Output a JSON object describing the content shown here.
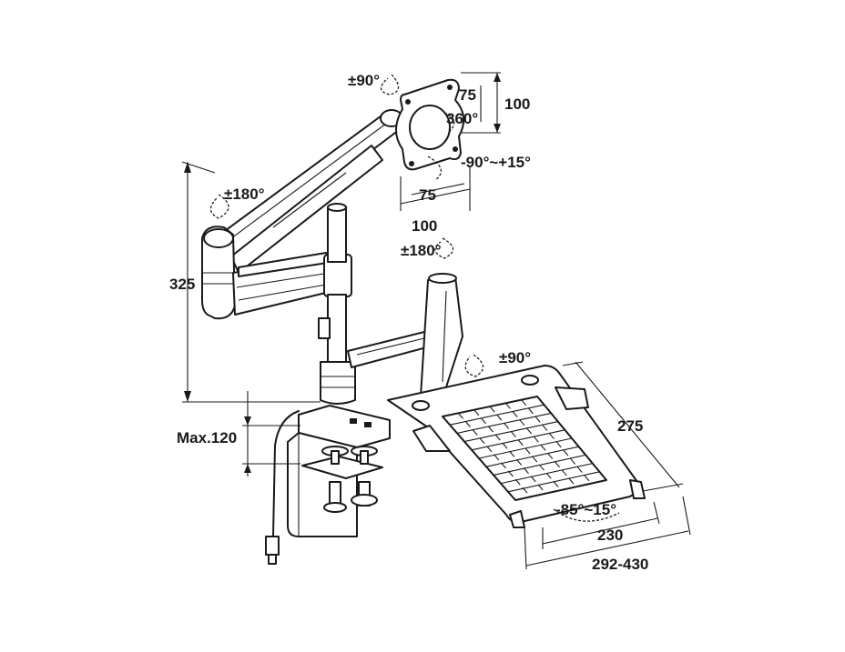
{
  "labels": {
    "monitor_rotation": "±90°",
    "vesa_height_small": "75",
    "vesa_height_large": "100",
    "vesa_rotation": "360°",
    "monitor_tilt": "-90°~+15°",
    "vesa_width_small": "75",
    "vesa_width_large": "100",
    "arm_swivel": "±180°",
    "pole_swivel": "±180°",
    "arm_height": "325",
    "tray_rotation": "±90°",
    "desk_thickness": "Max.120",
    "tray_depth": "275",
    "tray_tilt": "-85°~15°",
    "tray_width": "230",
    "tray_width_range": "292-430"
  },
  "colors": {
    "line": "#1a1a1a",
    "background": "#ffffff"
  }
}
